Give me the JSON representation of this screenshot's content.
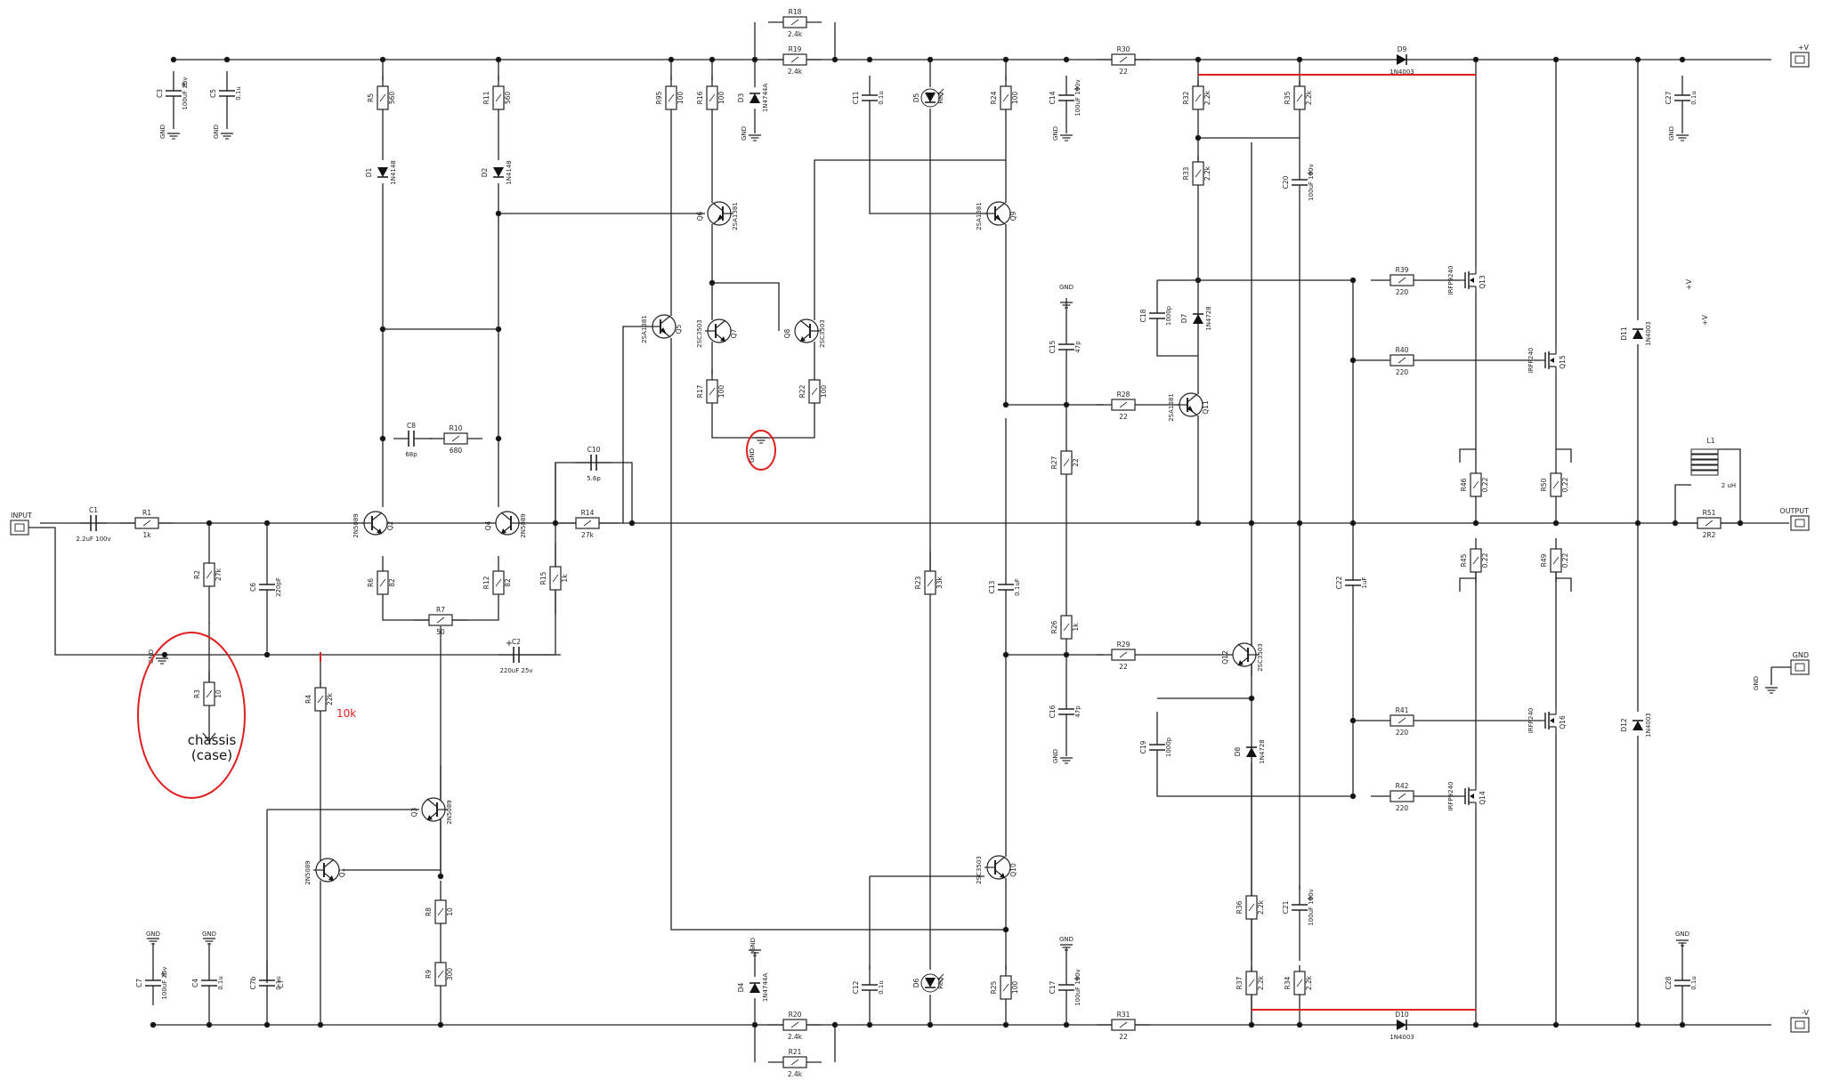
{
  "ports": {
    "input": "INPUT",
    "output": "OUTPUT",
    "pos_supply": "+V",
    "neg_supply": "-V",
    "gnd": "GND"
  },
  "annotations": {
    "chassis_line1": "chassis",
    "chassis_line2": "(case)",
    "r4_value_note": "10k",
    "red_color": "#e02020"
  },
  "components": [
    {
      "ref": "R1",
      "value": "1k"
    },
    {
      "ref": "R2",
      "value": "27k"
    },
    {
      "ref": "R3",
      "value": "10"
    },
    {
      "ref": "R4",
      "value": "22k"
    },
    {
      "ref": "R5",
      "value": "560"
    },
    {
      "ref": "R6",
      "value": "82"
    },
    {
      "ref": "R7",
      "value": "50"
    },
    {
      "ref": "R8",
      "value": "10"
    },
    {
      "ref": "R9",
      "value": "300"
    },
    {
      "ref": "R10",
      "value": "680"
    },
    {
      "ref": "R11",
      "value": "560"
    },
    {
      "ref": "R12",
      "value": "82"
    },
    {
      "ref": "R14",
      "value": "27k"
    },
    {
      "ref": "R15",
      "value": "1k"
    },
    {
      "ref": "R16",
      "value": "100"
    },
    {
      "ref": "R17",
      "value": "100"
    },
    {
      "ref": "R18",
      "value": "2.4k"
    },
    {
      "ref": "R19",
      "value": "2.4k"
    },
    {
      "ref": "R20",
      "value": "2.4k"
    },
    {
      "ref": "R21",
      "value": "2.4k"
    },
    {
      "ref": "R22",
      "value": "100"
    },
    {
      "ref": "R23",
      "value": "33k"
    },
    {
      "ref": "R24",
      "value": "100"
    },
    {
      "ref": "R25",
      "value": "100"
    },
    {
      "ref": "R26",
      "value": "1k"
    },
    {
      "ref": "R27",
      "value": "22"
    },
    {
      "ref": "R28",
      "value": "22"
    },
    {
      "ref": "R29",
      "value": "22"
    },
    {
      "ref": "R30",
      "value": "22"
    },
    {
      "ref": "R31",
      "value": "22"
    },
    {
      "ref": "R32",
      "value": "2.2k"
    },
    {
      "ref": "R33",
      "value": "2.2k"
    },
    {
      "ref": "R34",
      "value": "2.2k"
    },
    {
      "ref": "R35",
      "value": "2.2k"
    },
    {
      "ref": "R36",
      "value": "2.2k"
    },
    {
      "ref": "R37",
      "value": "2.2k"
    },
    {
      "ref": "R39",
      "value": "220"
    },
    {
      "ref": "R40",
      "value": "220"
    },
    {
      "ref": "R41",
      "value": "220"
    },
    {
      "ref": "R42",
      "value": "220"
    },
    {
      "ref": "R45",
      "value": "0.22"
    },
    {
      "ref": "R46",
      "value": "0.22"
    },
    {
      "ref": "R49",
      "value": "0.22"
    },
    {
      "ref": "R50",
      "value": "0.22"
    },
    {
      "ref": "R51",
      "value": "2R2"
    },
    {
      "ref": "R95",
      "value": "100"
    },
    {
      "ref": "C1",
      "value": "2.2uF 100v"
    },
    {
      "ref": "C2",
      "value": "220uF 25v"
    },
    {
      "ref": "C3",
      "value": "100uF 25v"
    },
    {
      "ref": "C4",
      "value": "0.1u"
    },
    {
      "ref": "C5",
      "value": "0.1u"
    },
    {
      "ref": "C6",
      "value": "220pF"
    },
    {
      "ref": "C7",
      "value": "100uF 25v"
    },
    {
      "ref": "C7b",
      "value": "0.1u"
    },
    {
      "ref": "C8",
      "value": "68p"
    },
    {
      "ref": "C10",
      "value": "5.6p"
    },
    {
      "ref": "C11",
      "value": "0.1u"
    },
    {
      "ref": "C12",
      "value": "0.1u"
    },
    {
      "ref": "C13",
      "value": "0.1uF"
    },
    {
      "ref": "C14",
      "value": "100uF 100v"
    },
    {
      "ref": "C15",
      "value": "47p"
    },
    {
      "ref": "C16",
      "value": "47p"
    },
    {
      "ref": "C17",
      "value": "100uF 100v"
    },
    {
      "ref": "C18",
      "value": "1000p"
    },
    {
      "ref": "C19",
      "value": "1000p"
    },
    {
      "ref": "C20",
      "value": "100uF 100v"
    },
    {
      "ref": "C21",
      "value": "100uF 100v"
    },
    {
      "ref": "C22",
      "value": "1uF"
    },
    {
      "ref": "C27",
      "value": "0.1u"
    },
    {
      "ref": "C28",
      "value": "0.1u"
    },
    {
      "ref": "D1",
      "value": "1N4148"
    },
    {
      "ref": "D2",
      "value": "1N4148"
    },
    {
      "ref": "D3",
      "value": "1N4744A"
    },
    {
      "ref": "D4",
      "value": "1N4744A"
    },
    {
      "ref": "D5",
      "value": "Red"
    },
    {
      "ref": "D6",
      "value": "Red"
    },
    {
      "ref": "D7",
      "value": "1N4728"
    },
    {
      "ref": "D8",
      "value": "1N4728"
    },
    {
      "ref": "D9",
      "value": "1N4003"
    },
    {
      "ref": "D10",
      "value": "1N4003"
    },
    {
      "ref": "D11",
      "value": "1N4003"
    },
    {
      "ref": "D12",
      "value": "1N4003"
    },
    {
      "ref": "Q1",
      "value": "2N5089"
    },
    {
      "ref": "Q2",
      "value": "2N5089"
    },
    {
      "ref": "Q3",
      "value": "2N5089"
    },
    {
      "ref": "Q4",
      "value": "2N5089"
    },
    {
      "ref": "Q5",
      "value": "2SA1381"
    },
    {
      "ref": "Q6",
      "value": "2SA1381"
    },
    {
      "ref": "Q7",
      "value": "2SC3503"
    },
    {
      "ref": "Q8",
      "value": "2SC3503"
    },
    {
      "ref": "Q9",
      "value": "2SA1381"
    },
    {
      "ref": "Q10",
      "value": "2SC3503"
    },
    {
      "ref": "Q11",
      "value": "2SA1381"
    },
    {
      "ref": "Q12",
      "value": "2SC3503"
    },
    {
      "ref": "Q13",
      "value": "IRFP9240"
    },
    {
      "ref": "Q14",
      "value": "IRFP9240"
    },
    {
      "ref": "Q15",
      "value": "IRFP240"
    },
    {
      "ref": "Q16",
      "value": "IRFP240"
    },
    {
      "ref": "L1",
      "value": "2 uH"
    }
  ]
}
